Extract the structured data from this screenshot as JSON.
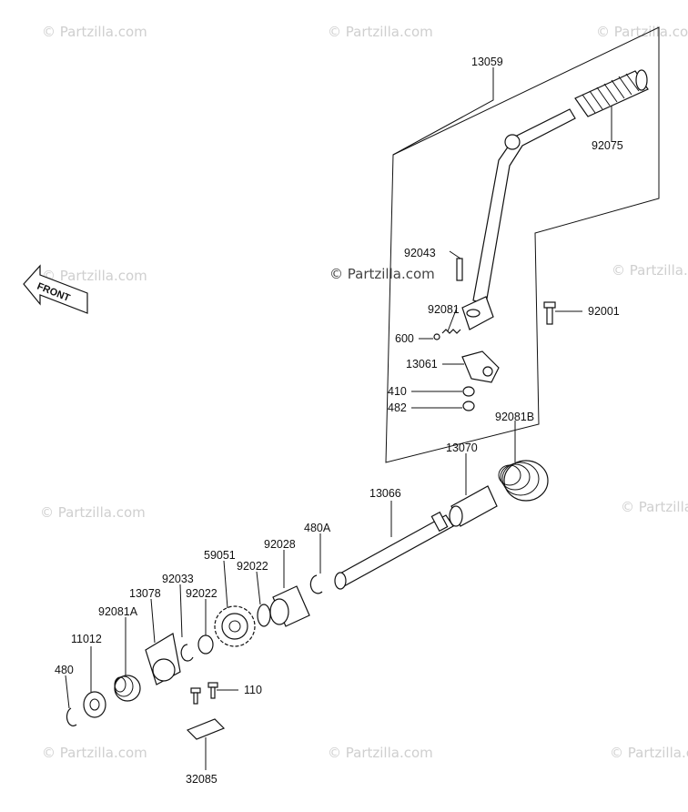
{
  "watermark": "© Partzilla.com",
  "front_label": "FRONT",
  "callouts": [
    "13059",
    "92075",
    "92043",
    "92081",
    "600",
    "92001",
    "13061",
    "410",
    "482",
    "92081B",
    "13070",
    "13066",
    "480A",
    "92028",
    "92022",
    "59051",
    "92033",
    "92022",
    "13078",
    "92081A",
    "11012",
    "480",
    "110",
    "32085"
  ]
}
